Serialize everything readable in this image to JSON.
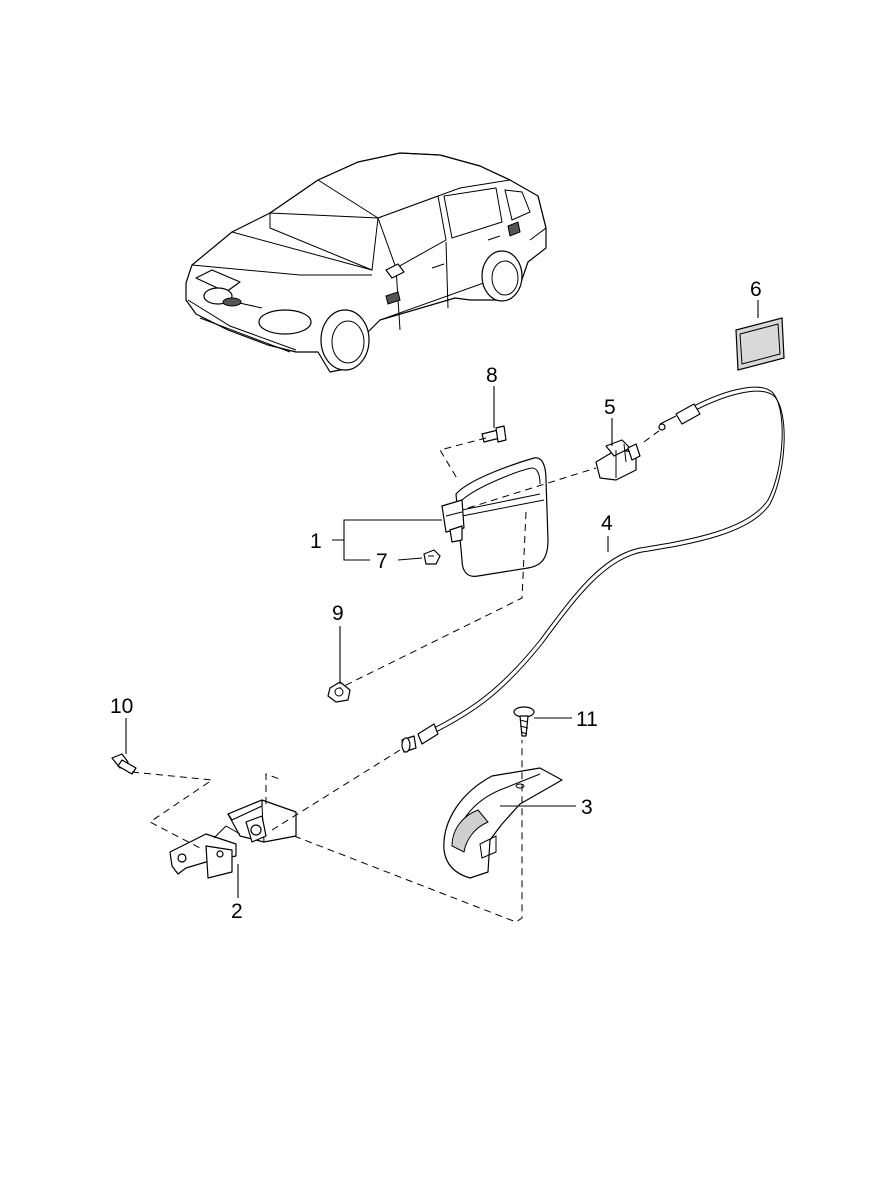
{
  "diagram": {
    "type": "exploded-parts-diagram",
    "callouts": [
      {
        "id": "c1",
        "label": "1"
      },
      {
        "id": "c2",
        "label": "2"
      },
      {
        "id": "c3",
        "label": "3"
      },
      {
        "id": "c4",
        "label": "4"
      },
      {
        "id": "c5",
        "label": "5"
      },
      {
        "id": "c6",
        "label": "6"
      },
      {
        "id": "c7",
        "label": "7"
      },
      {
        "id": "c8",
        "label": "8"
      },
      {
        "id": "c9",
        "label": "9"
      },
      {
        "id": "c10",
        "label": "10"
      },
      {
        "id": "c11",
        "label": "11"
      }
    ],
    "colors": {
      "line": "#000000",
      "background": "#ffffff",
      "label-pad": "#d9d9d9"
    }
  }
}
